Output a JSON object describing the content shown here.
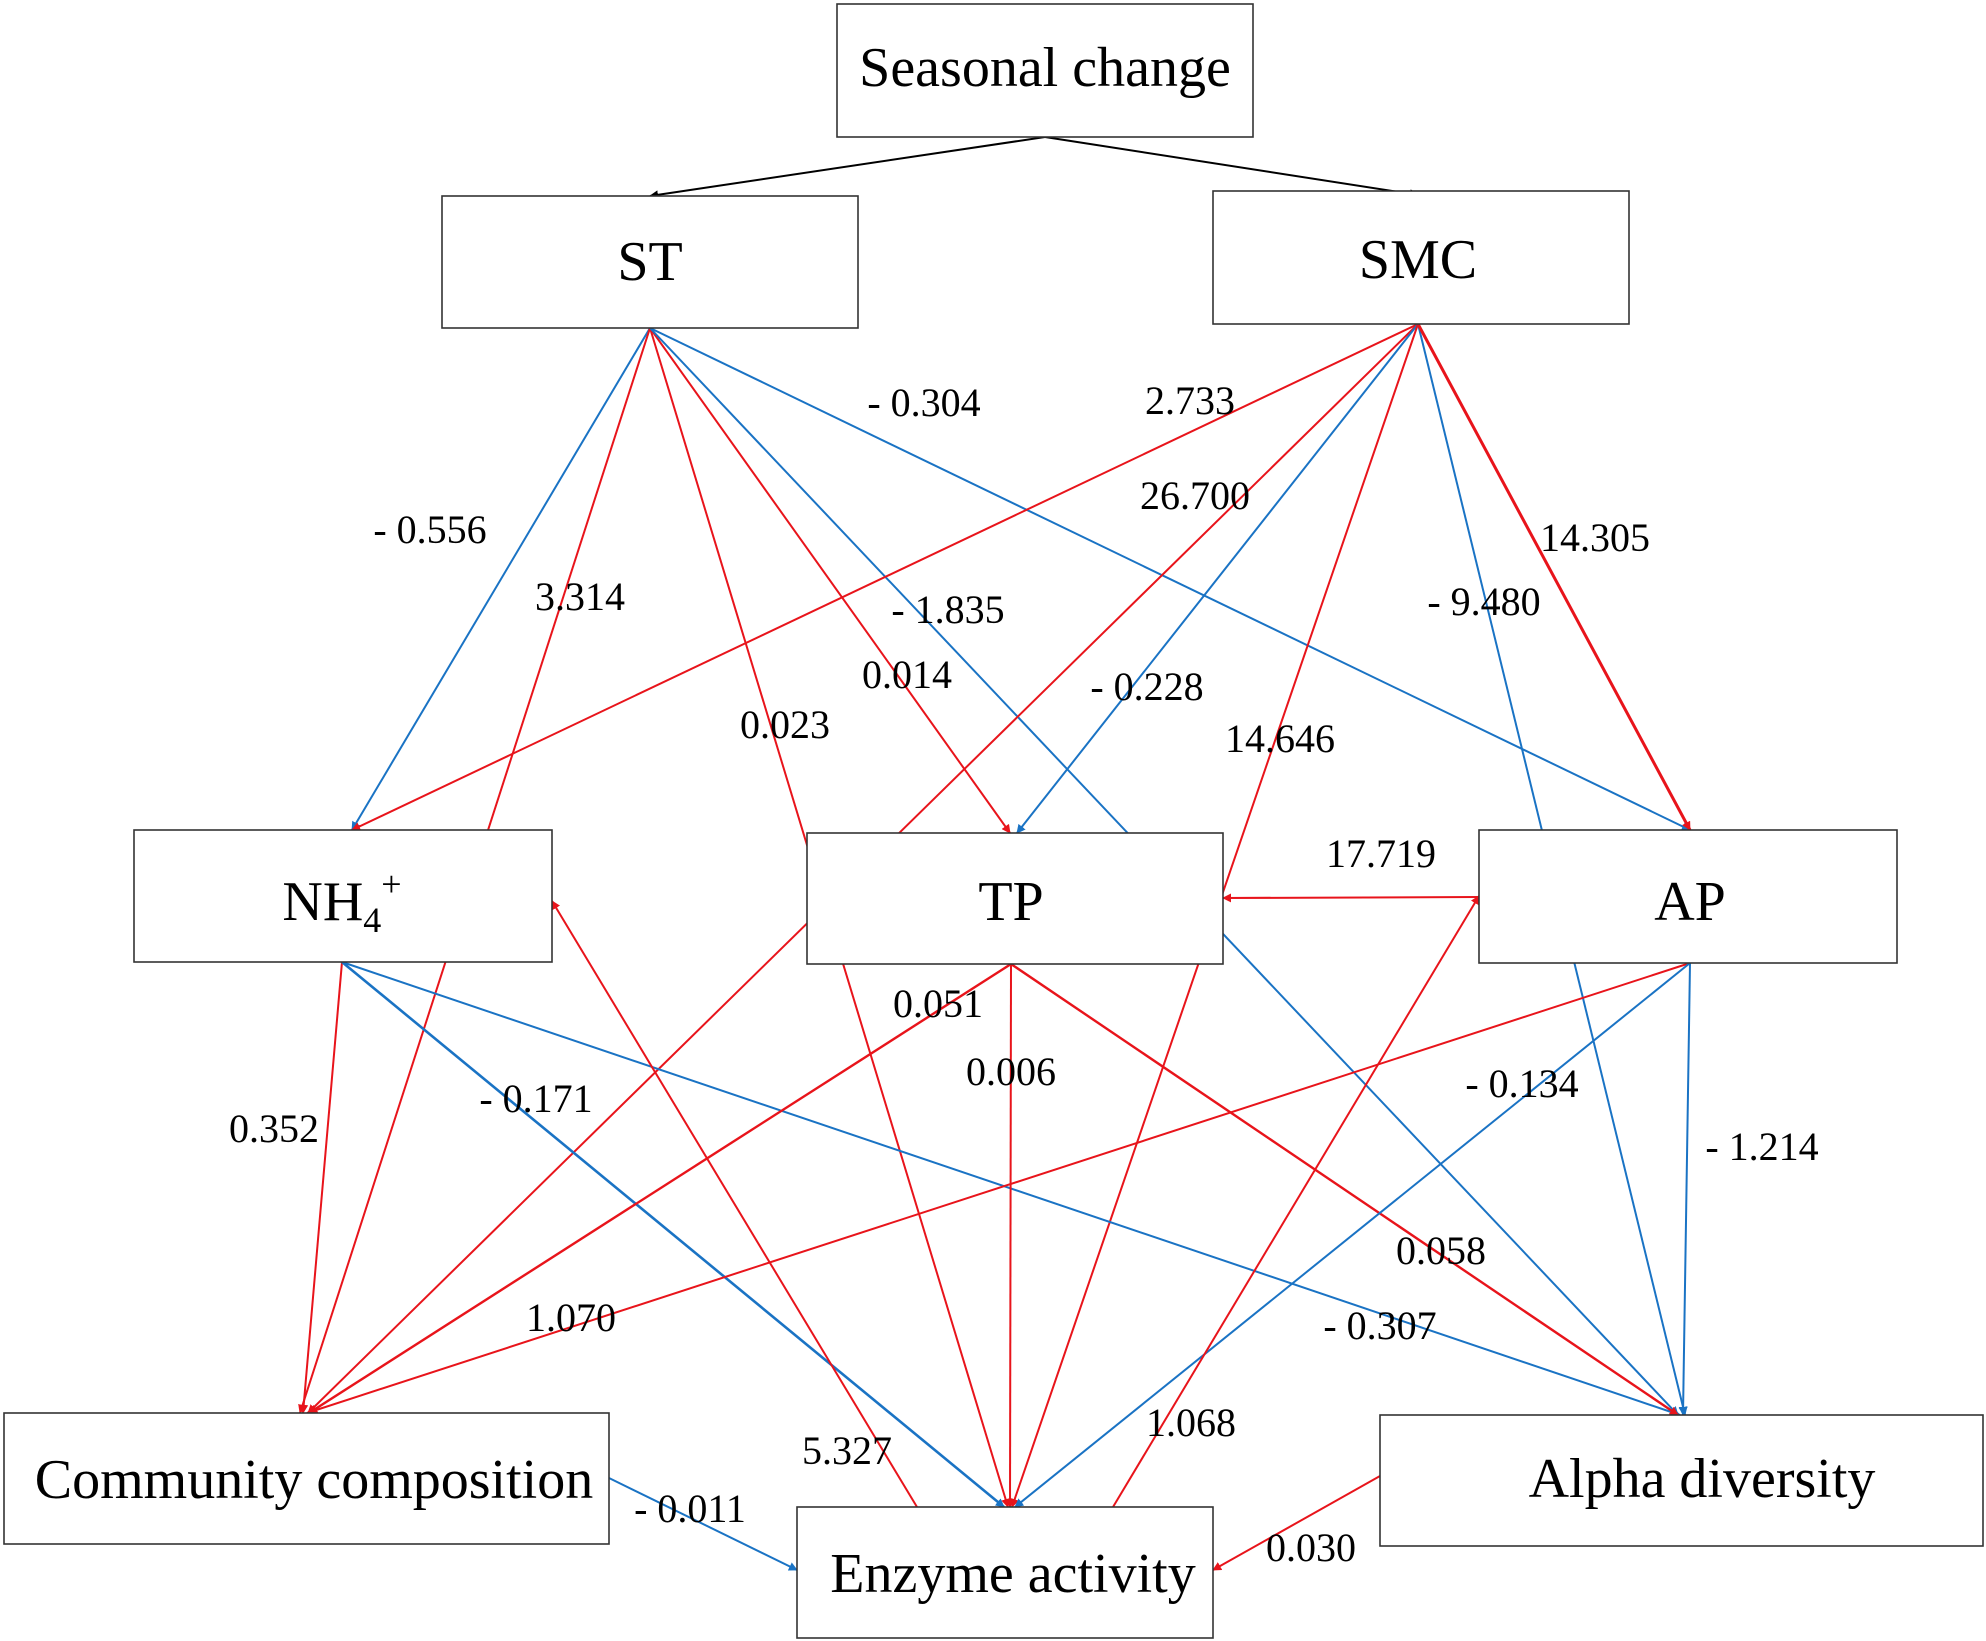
{
  "colors": {
    "positive": "#e8141b",
    "negative": "#1a73c4",
    "neutral": "#000000"
  },
  "nodes": {
    "seasonal": "Seasonal change",
    "st": "ST",
    "smc": "SMC",
    "nh4": "NH",
    "nh4_sub": "4",
    "nh4_sup": "+",
    "tp": "TP",
    "ap": "AP",
    "community": "Community composition",
    "enzyme": "Enzyme activity",
    "alpha": "Alpha diversity"
  },
  "edges": [
    {
      "from": "seasonal",
      "to": "st",
      "sign": "neutral",
      "label": ""
    },
    {
      "from": "seasonal",
      "to": "smc",
      "sign": "neutral",
      "label": ""
    },
    {
      "from": "st",
      "to": "nh4",
      "sign": "negative",
      "label": "- 0.556"
    },
    {
      "from": "st",
      "to": "community",
      "sign": "positive",
      "label": "3.314"
    },
    {
      "from": "st",
      "to": "enzyme",
      "sign": "positive",
      "label": "0.023"
    },
    {
      "from": "st",
      "to": "tp",
      "sign": "positive",
      "label": "0.014"
    },
    {
      "from": "st",
      "to": "alpha",
      "sign": "negative",
      "label": "- 1.835"
    },
    {
      "from": "st",
      "to": "ap",
      "sign": "negative",
      "label": "- 0.304"
    },
    {
      "from": "smc",
      "to": "nh4",
      "sign": "positive",
      "label": "2.733"
    },
    {
      "from": "smc",
      "to": "community",
      "sign": "positive",
      "label": "26.700"
    },
    {
      "from": "smc",
      "to": "tp",
      "sign": "negative",
      "label": "- 0.228"
    },
    {
      "from": "smc",
      "to": "enzyme",
      "sign": "positive",
      "label": "14.646"
    },
    {
      "from": "smc",
      "to": "alpha",
      "sign": "negative",
      "label": "- 9.480"
    },
    {
      "from": "smc",
      "to": "ap",
      "sign": "positive",
      "label": "14.305"
    },
    {
      "from": "ap",
      "to": "tp",
      "sign": "positive",
      "label": "17.719"
    },
    {
      "from": "nh4",
      "to": "community",
      "sign": "positive",
      "label": "0.352"
    },
    {
      "from": "nh4",
      "to": "enzyme",
      "sign": "negative",
      "label": "- 0.171"
    },
    {
      "from": "nh4",
      "to": "alpha",
      "sign": "negative",
      "label": "- 0.307"
    },
    {
      "from": "tp",
      "to": "community",
      "sign": "positive",
      "label": "0.051"
    },
    {
      "from": "tp",
      "to": "enzyme",
      "sign": "positive",
      "label": "0.006"
    },
    {
      "from": "tp",
      "to": "alpha",
      "sign": "positive",
      "label": "0.058"
    },
    {
      "from": "ap",
      "to": "community",
      "sign": "positive",
      "label": "1.070"
    },
    {
      "from": "ap",
      "to": "enzyme",
      "sign": "negative",
      "label": "- 0.134"
    },
    {
      "from": "ap",
      "to": "alpha",
      "sign": "negative",
      "label": "- 1.214"
    },
    {
      "from": "enzyme",
      "to": "nh4",
      "sign": "positive",
      "label": "5.327"
    },
    {
      "from": "enzyme",
      "to": "ap",
      "sign": "positive",
      "label": "1.068"
    },
    {
      "from": "community",
      "to": "enzyme",
      "sign": "negative",
      "label": "- 0.011"
    },
    {
      "from": "alpha",
      "to": "enzyme",
      "sign": "positive",
      "label": "0.030"
    }
  ]
}
